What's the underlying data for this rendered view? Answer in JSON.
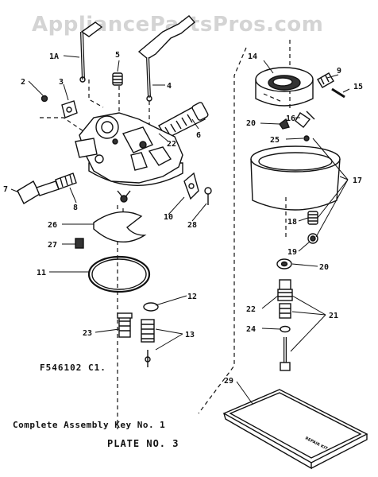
{
  "watermark": "AppliancePartsPros.com",
  "diagram": {
    "code": "F546102 C1.",
    "assembly_key": "Complete Assembly Key No. 1",
    "plate": "PLATE NO. 3",
    "kit_label": "REPAIR KIT",
    "callouts": [
      "1A",
      "5",
      "2",
      "3",
      "4",
      "6",
      "22",
      "7",
      "8",
      "10",
      "28",
      "26",
      "27",
      "11",
      "12",
      "23",
      "13",
      "14",
      "9",
      "15",
      "20",
      "16",
      "25",
      "17",
      "18",
      "19",
      "20",
      "22",
      "21",
      "24",
      "29"
    ]
  }
}
